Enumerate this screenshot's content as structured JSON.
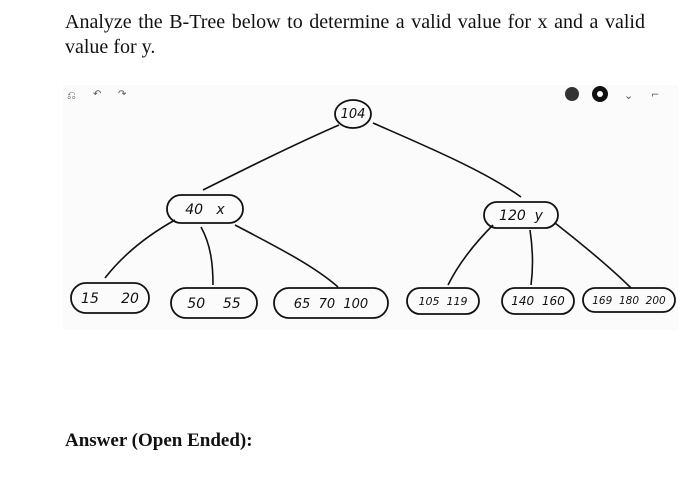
{
  "question": {
    "text": "Analyze the B-Tree below to determine a valid value for x and a valid value for y."
  },
  "tree": {
    "root": {
      "keys": "104"
    },
    "internal": [
      {
        "id": "left",
        "keys": "40   x"
      },
      {
        "id": "right",
        "keys": "120  y"
      }
    ],
    "leaves": [
      {
        "keys": "15     20"
      },
      {
        "keys": "50    55"
      },
      {
        "keys": "65  70  100"
      },
      {
        "keys": "105  119"
      },
      {
        "keys": "140  160"
      },
      {
        "keys": "169  180  200"
      }
    ]
  },
  "answer": {
    "label": "Answer (Open Ended):"
  }
}
